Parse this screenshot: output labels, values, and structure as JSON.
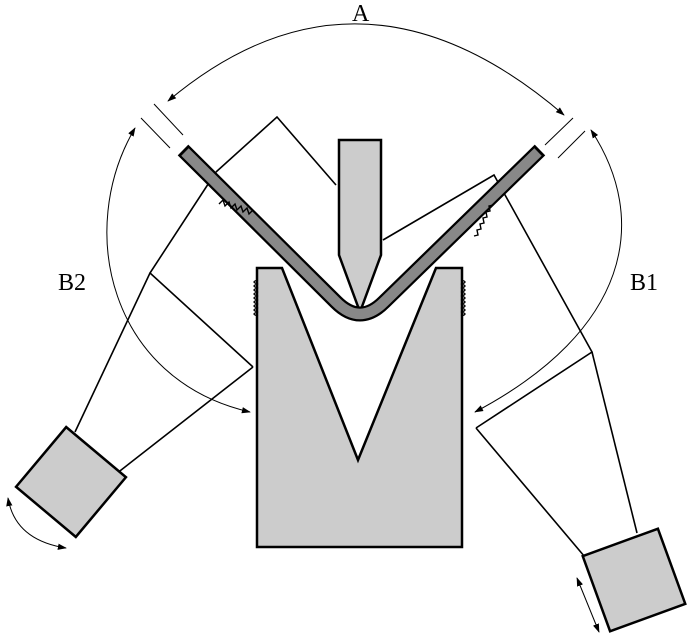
{
  "labels": {
    "angle": "A",
    "left": "B2",
    "right": "B1"
  },
  "colors": {
    "tool_fill": "#cccccc",
    "sheet_fill": "#888888",
    "line": "#000000",
    "background": "#ffffff"
  }
}
